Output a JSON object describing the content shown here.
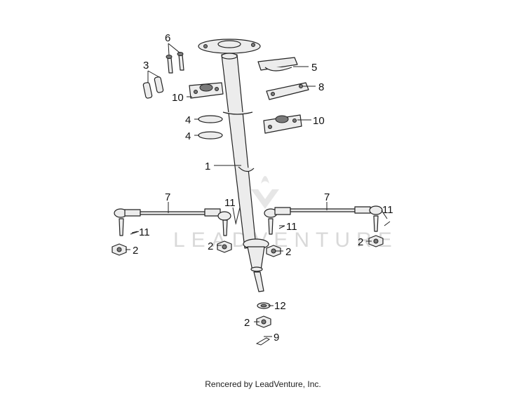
{
  "watermark": "LEADVENTURE",
  "footer": "Rencered by LeadVenture, Inc.",
  "callouts": {
    "c1": "1",
    "c2a": "2",
    "c2b": "2",
    "c2c": "2",
    "c2d": "2",
    "c2e": "2",
    "c3": "3",
    "c4a": "4",
    "c4b": "4",
    "c5": "5",
    "c6": "6",
    "c7a": "7",
    "c7b": "7",
    "c8": "8",
    "c9": "9",
    "c10a": "10",
    "c10b": "10",
    "c11a": "11",
    "c11b": "11",
    "c11c": "11",
    "c11d": "11",
    "c12": "12"
  }
}
